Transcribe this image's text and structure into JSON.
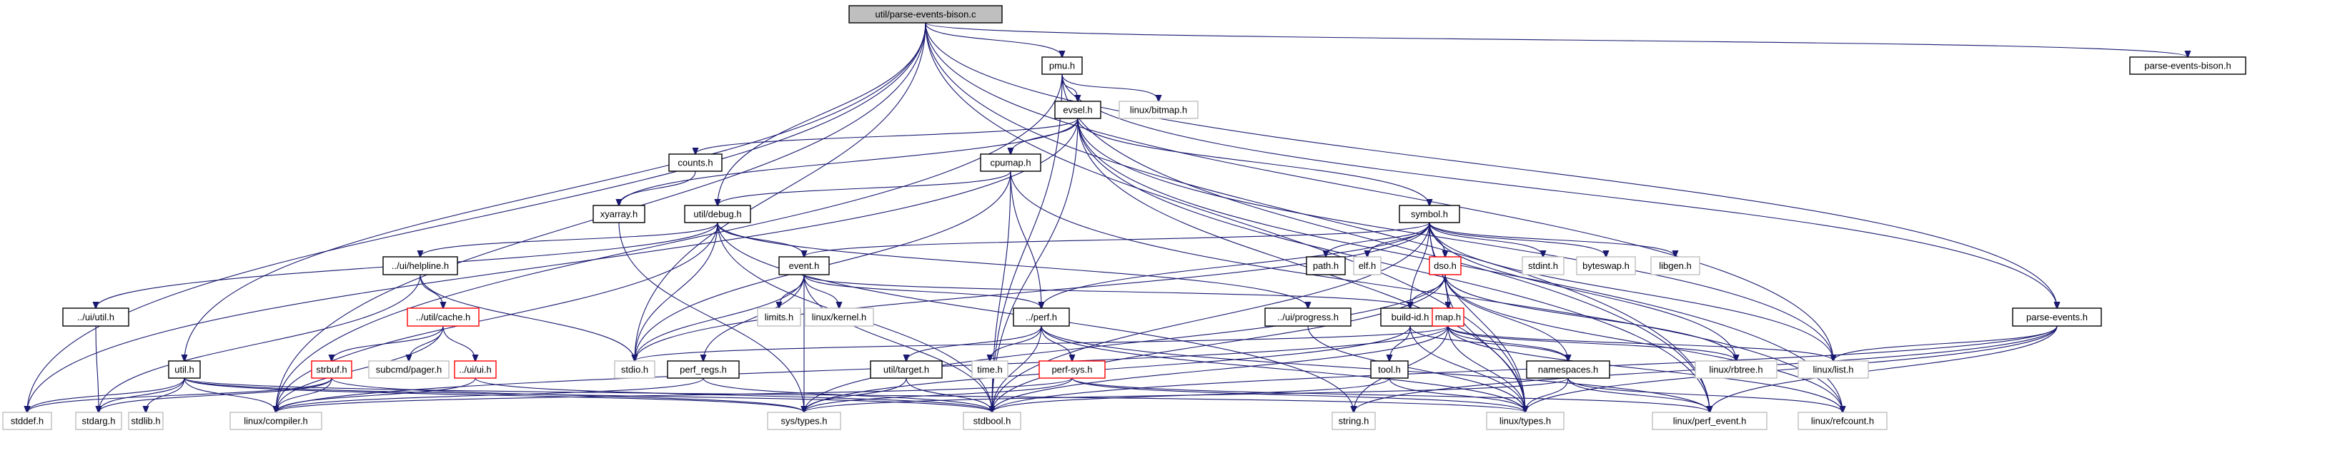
{
  "title": "util/parse-events-bison.c include dependency graph",
  "colors": {
    "edge": "#191970",
    "root_fill": "#bfbfbf",
    "documented_border": "#000000",
    "undocumented_border": "#bfbfbf",
    "truncated_border": "#ff0000"
  },
  "nodes": [
    {
      "id": "root",
      "label": "util/parse-events-bison.c",
      "kind": "root"
    },
    {
      "id": "pmu",
      "label": "pmu.h",
      "kind": "doc"
    },
    {
      "id": "peb_h",
      "label": "parse-events-bison.h",
      "kind": "doc"
    },
    {
      "id": "evsel",
      "label": "evsel.h",
      "kind": "doc"
    },
    {
      "id": "bitmap",
      "label": "linux/bitmap.h",
      "kind": "ext"
    },
    {
      "id": "counts",
      "label": "counts.h",
      "kind": "doc"
    },
    {
      "id": "cpumap",
      "label": "cpumap.h",
      "kind": "doc"
    },
    {
      "id": "xyarray",
      "label": "xyarray.h",
      "kind": "doc"
    },
    {
      "id": "debug",
      "label": "util/debug.h",
      "kind": "doc"
    },
    {
      "id": "symbol",
      "label": "symbol.h",
      "kind": "doc"
    },
    {
      "id": "helpline",
      "label": "../ui/helpline.h",
      "kind": "doc"
    },
    {
      "id": "event",
      "label": "event.h",
      "kind": "doc"
    },
    {
      "id": "path",
      "label": "path.h",
      "kind": "doc"
    },
    {
      "id": "elf",
      "label": "elf.h",
      "kind": "ext"
    },
    {
      "id": "dso",
      "label": "dso.h",
      "kind": "trunc"
    },
    {
      "id": "stdint",
      "label": "stdint.h",
      "kind": "ext"
    },
    {
      "id": "byteswap",
      "label": "byteswap.h",
      "kind": "ext"
    },
    {
      "id": "libgen",
      "label": "libgen.h",
      "kind": "ext"
    },
    {
      "id": "uiutil",
      "label": "../ui/util.h",
      "kind": "doc"
    },
    {
      "id": "cache",
      "label": "../util/cache.h",
      "kind": "trunc"
    },
    {
      "id": "limits",
      "label": "limits.h",
      "kind": "ext"
    },
    {
      "id": "kernel",
      "label": "linux/kernel.h",
      "kind": "ext"
    },
    {
      "id": "perf",
      "label": "../perf.h",
      "kind": "doc"
    },
    {
      "id": "progress",
      "label": "../ui/progress.h",
      "kind": "doc"
    },
    {
      "id": "buildid",
      "label": "build-id.h",
      "kind": "doc"
    },
    {
      "id": "map",
      "label": "map.h",
      "kind": "trunc"
    },
    {
      "id": "pe",
      "label": "parse-events.h",
      "kind": "doc"
    },
    {
      "id": "util",
      "label": "util.h",
      "kind": "doc"
    },
    {
      "id": "strbuf",
      "label": "strbuf.h",
      "kind": "trunc"
    },
    {
      "id": "pager",
      "label": "subcmd/pager.h",
      "kind": "ext"
    },
    {
      "id": "uiui",
      "label": "../ui/ui.h",
      "kind": "trunc"
    },
    {
      "id": "stdio",
      "label": "stdio.h",
      "kind": "ext"
    },
    {
      "id": "perfregs",
      "label": "perf_regs.h",
      "kind": "doc"
    },
    {
      "id": "target",
      "label": "util/target.h",
      "kind": "doc"
    },
    {
      "id": "time",
      "label": "time.h",
      "kind": "ext"
    },
    {
      "id": "perfsys",
      "label": "perf-sys.h",
      "kind": "trunc"
    },
    {
      "id": "tool",
      "label": "tool.h",
      "kind": "doc"
    },
    {
      "id": "namespaces",
      "label": "namespaces.h",
      "kind": "doc"
    },
    {
      "id": "rbtree",
      "label": "linux/rbtree.h",
      "kind": "ext"
    },
    {
      "id": "list",
      "label": "linux/list.h",
      "kind": "ext"
    },
    {
      "id": "stddef",
      "label": "stddef.h",
      "kind": "ext"
    },
    {
      "id": "stdarg",
      "label": "stdarg.h",
      "kind": "ext"
    },
    {
      "id": "stdlib",
      "label": "stdlib.h",
      "kind": "ext"
    },
    {
      "id": "compiler",
      "label": "linux/compiler.h",
      "kind": "ext"
    },
    {
      "id": "systypes",
      "label": "sys/types.h",
      "kind": "ext"
    },
    {
      "id": "stdbool",
      "label": "stdbool.h",
      "kind": "ext"
    },
    {
      "id": "string",
      "label": "string.h",
      "kind": "ext"
    },
    {
      "id": "ltypes",
      "label": "linux/types.h",
      "kind": "ext"
    },
    {
      "id": "perfevent",
      "label": "linux/perf_event.h",
      "kind": "ext"
    },
    {
      "id": "refcount",
      "label": "linux/refcount.h",
      "kind": "ext"
    }
  ],
  "edges": [
    [
      "root",
      "pmu"
    ],
    [
      "root",
      "peb_h"
    ],
    [
      "root",
      "debug"
    ],
    [
      "root",
      "util"
    ],
    [
      "root",
      "stddef"
    ],
    [
      "root",
      "compiler"
    ],
    [
      "root",
      "stdio"
    ],
    [
      "root",
      "pe"
    ],
    [
      "root",
      "list"
    ],
    [
      "root",
      "ltypes"
    ],
    [
      "root",
      "perfevent"
    ],
    [
      "pmu",
      "evsel"
    ],
    [
      "pmu",
      "bitmap"
    ],
    [
      "pmu",
      "compiler"
    ],
    [
      "pmu",
      "stdbool"
    ],
    [
      "pmu",
      "pe"
    ],
    [
      "pmu",
      "perfevent"
    ],
    [
      "evsel",
      "counts"
    ],
    [
      "evsel",
      "cpumap"
    ],
    [
      "evsel",
      "xyarray"
    ],
    [
      "evsel",
      "symbol"
    ],
    [
      "evsel",
      "stddef"
    ],
    [
      "evsel",
      "stdbool"
    ],
    [
      "evsel",
      "list"
    ],
    [
      "evsel",
      "perfevent"
    ],
    [
      "evsel",
      "ltypes"
    ],
    [
      "evsel",
      "refcount"
    ],
    [
      "counts",
      "xyarray"
    ],
    [
      "cpumap",
      "debug"
    ],
    [
      "cpumap",
      "perf"
    ],
    [
      "cpumap",
      "stdio"
    ],
    [
      "cpumap",
      "stdbool"
    ],
    [
      "cpumap",
      "refcount"
    ],
    [
      "xyarray",
      "systypes"
    ],
    [
      "debug",
      "helpline"
    ],
    [
      "debug",
      "uiutil"
    ],
    [
      "debug",
      "event"
    ],
    [
      "debug",
      "progress"
    ],
    [
      "debug",
      "stdio"
    ],
    [
      "debug",
      "compiler"
    ],
    [
      "debug",
      "stdbool"
    ],
    [
      "debug",
      "string"
    ],
    [
      "symbol",
      "event"
    ],
    [
      "symbol",
      "path"
    ],
    [
      "symbol",
      "elf"
    ],
    [
      "symbol",
      "dso"
    ],
    [
      "symbol",
      "stdint"
    ],
    [
      "symbol",
      "byteswap"
    ],
    [
      "symbol",
      "libgen"
    ],
    [
      "symbol",
      "buildid"
    ],
    [
      "symbol",
      "map"
    ],
    [
      "symbol",
      "perf"
    ],
    [
      "symbol",
      "stdio"
    ],
    [
      "symbol",
      "stdbool"
    ],
    [
      "symbol",
      "rbtree"
    ],
    [
      "symbol",
      "list"
    ],
    [
      "symbol",
      "ltypes"
    ],
    [
      "helpline",
      "cache"
    ],
    [
      "helpline",
      "stdio"
    ],
    [
      "helpline",
      "stdarg"
    ],
    [
      "uiutil",
      "stdarg"
    ],
    [
      "event",
      "limits"
    ],
    [
      "event",
      "kernel"
    ],
    [
      "event",
      "perf"
    ],
    [
      "event",
      "perfregs"
    ],
    [
      "event",
      "buildid"
    ],
    [
      "event",
      "stdio"
    ],
    [
      "event",
      "stdbool"
    ],
    [
      "event",
      "systypes"
    ],
    [
      "dso",
      "buildid"
    ],
    [
      "dso",
      "map"
    ],
    [
      "dso",
      "namespaces"
    ],
    [
      "dso",
      "ltypes"
    ],
    [
      "dso",
      "rbtree"
    ],
    [
      "dso",
      "stdbool"
    ],
    [
      "dso",
      "systypes"
    ],
    [
      "dso",
      "refcount"
    ],
    [
      "cache",
      "strbuf"
    ],
    [
      "cache",
      "pager"
    ],
    [
      "cache",
      "uiui"
    ],
    [
      "cache",
      "compiler"
    ],
    [
      "perf",
      "time"
    ],
    [
      "perf",
      "perfsys"
    ],
    [
      "perf",
      "target"
    ],
    [
      "perf",
      "stdbool"
    ],
    [
      "perf",
      "ltypes"
    ],
    [
      "perf",
      "perfevent"
    ],
    [
      "progress",
      "ltypes"
    ],
    [
      "buildid",
      "tool"
    ],
    [
      "buildid",
      "namespaces"
    ],
    [
      "buildid",
      "ltypes"
    ],
    [
      "buildid",
      "systypes"
    ],
    [
      "map",
      "namespaces"
    ],
    [
      "map",
      "rbtree"
    ],
    [
      "map",
      "list"
    ],
    [
      "map",
      "ltypes"
    ],
    [
      "map",
      "stdbool"
    ],
    [
      "map",
      "string"
    ],
    [
      "map",
      "stdio"
    ],
    [
      "map",
      "compiler"
    ],
    [
      "map",
      "refcount"
    ],
    [
      "pe",
      "list"
    ],
    [
      "pe",
      "stdbool"
    ],
    [
      "pe",
      "ltypes"
    ],
    [
      "pe",
      "perfevent"
    ],
    [
      "pe",
      "string"
    ],
    [
      "util",
      "stddef"
    ],
    [
      "util",
      "stdarg"
    ],
    [
      "util",
      "stdlib"
    ],
    [
      "util",
      "compiler"
    ],
    [
      "util",
      "systypes"
    ],
    [
      "util",
      "stdbool"
    ],
    [
      "util",
      "ltypes"
    ],
    [
      "strbuf",
      "stddef"
    ],
    [
      "strbuf",
      "stdarg"
    ],
    [
      "strbuf",
      "compiler"
    ],
    [
      "strbuf",
      "systypes"
    ],
    [
      "uiui",
      "compiler"
    ],
    [
      "uiui",
      "stdbool"
    ],
    [
      "perfregs",
      "compiler"
    ],
    [
      "perfregs",
      "stdbool"
    ],
    [
      "target",
      "stdbool"
    ],
    [
      "target",
      "systypes"
    ],
    [
      "perfsys",
      "compiler"
    ],
    [
      "perfsys",
      "systypes"
    ],
    [
      "perfsys",
      "ltypes"
    ],
    [
      "perfsys",
      "perfevent"
    ],
    [
      "tool",
      "stdbool"
    ],
    [
      "tool",
      "ltypes"
    ],
    [
      "namespaces",
      "ltypes"
    ],
    [
      "namespaces",
      "perfevent"
    ],
    [
      "namespaces",
      "refcount"
    ],
    [
      "namespaces",
      "systypes"
    ]
  ]
}
